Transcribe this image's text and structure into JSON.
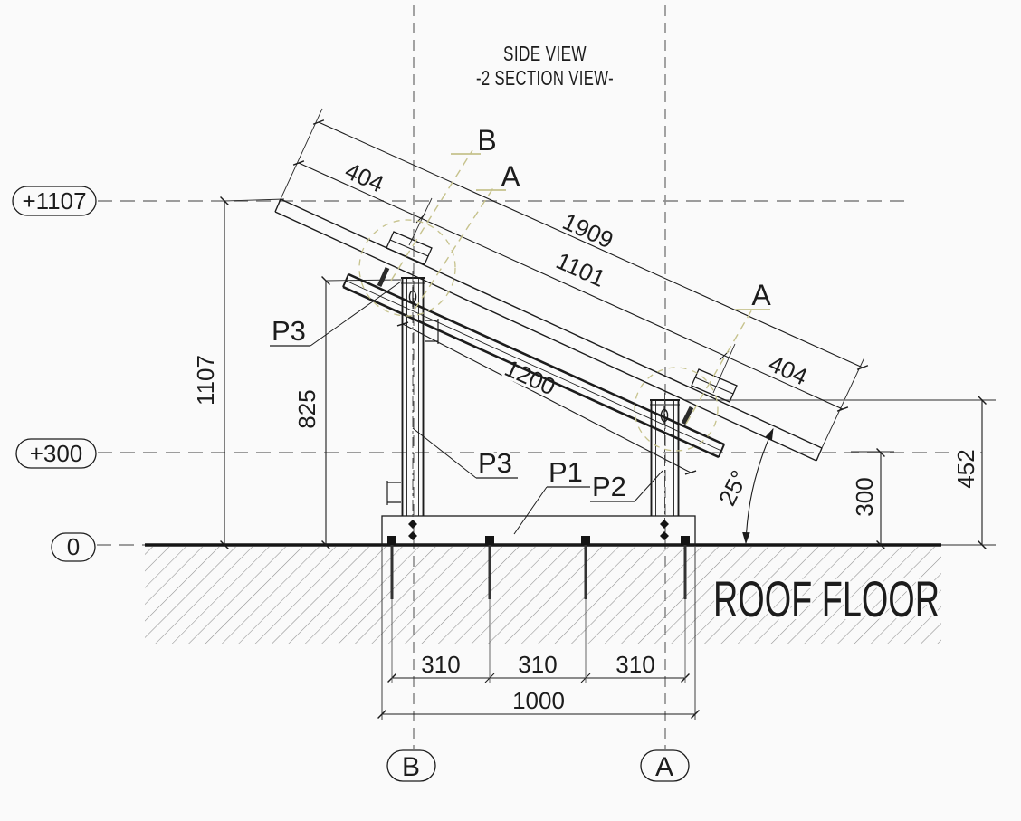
{
  "drawing": {
    "title_line1": "SIDE VIEW",
    "title_line2": "-2 SECTION VIEW-",
    "floor_label": "ROOF FLOOR"
  },
  "levels": {
    "top": "+1107",
    "mid": "+300",
    "base": "0"
  },
  "axes": {
    "b": "B",
    "a": "A"
  },
  "sections": {
    "b": "B",
    "a_upper": "A",
    "a_right": "A"
  },
  "parts": {
    "p3_upper": "P3",
    "p3_lower": "P3",
    "p1": "P1",
    "p2": "P2"
  },
  "dims": {
    "total_height": "1107",
    "post_height": "825",
    "panel_length": "1909",
    "clamp_span": "1101",
    "overhang_left": "404",
    "overhang_right": "404",
    "beam_length": "1200",
    "tilt": "25°",
    "rear_height": "452",
    "front_height": "300",
    "anchor_span1": "310",
    "anchor_span2": "310",
    "anchor_span3": "310",
    "base_span": "1000"
  },
  "colors": {
    "ink": "#1c1c1c",
    "gray_dash": "#8f8f8f",
    "hatch": "#8f8f8f",
    "section_mark": "#c6c28c",
    "background": "#fafafa"
  }
}
